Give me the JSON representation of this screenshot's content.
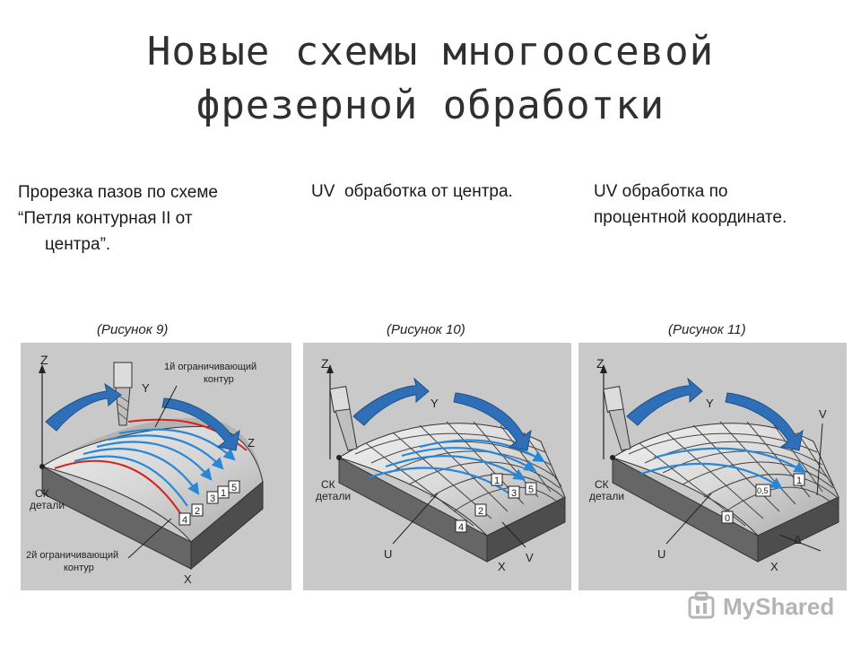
{
  "slide": {
    "title_line1": "Новые схемы многоосевой",
    "title_line2": "фрезерной обработки"
  },
  "columns": [
    {
      "lines": [
        "Прорезка пазов по схеме",
        "“Петля контурная II от",
        "центра”."
      ],
      "caption": "(Рисунок 9)"
    },
    {
      "lines": [
        "UV  обработка от центра."
      ],
      "caption": "(Рисунок 10)"
    },
    {
      "lines": [
        "UV обработка по",
        "процентной координате."
      ],
      "caption": "(Рисунок 11)"
    }
  ],
  "figures": {
    "fig9": {
      "axis_z": "Z",
      "axis_y": "Y",
      "axis_z2": "Z",
      "axis_x": "X",
      "origin_line1": "СК",
      "origin_line2": "детали",
      "contour1_line1": "1й ограничивающий",
      "contour1_line2": "контур",
      "contour2_line1": "2й ограничивающий",
      "contour2_line2": "контур",
      "markers": [
        "1",
        "2",
        "3",
        "4",
        "5"
      ]
    },
    "fig10": {
      "axis_z": "Z",
      "axis_y": "Y",
      "axis_x": "X",
      "axis_u": "U",
      "axis_v": "V",
      "origin_line1": "СК",
      "origin_line2": "детали",
      "markers": [
        "1",
        "2",
        "3",
        "4",
        "5"
      ]
    },
    "fig11": {
      "axis_z": "Z",
      "axis_y": "Y",
      "axis_x": "X",
      "axis_u": "U",
      "axis_v": "V",
      "origin_line1": "СК",
      "origin_line2": "детали",
      "markers": [
        "1",
        "0,5",
        "0"
      ],
      "delta": "Δ"
    }
  },
  "watermark": {
    "brand": "MyShared"
  },
  "colors": {
    "arrow_blue": "#2f6fb8",
    "path_blue": "#2a86d6",
    "contour_red": "#d4231c",
    "panel_bg": "#c9c9c9"
  }
}
